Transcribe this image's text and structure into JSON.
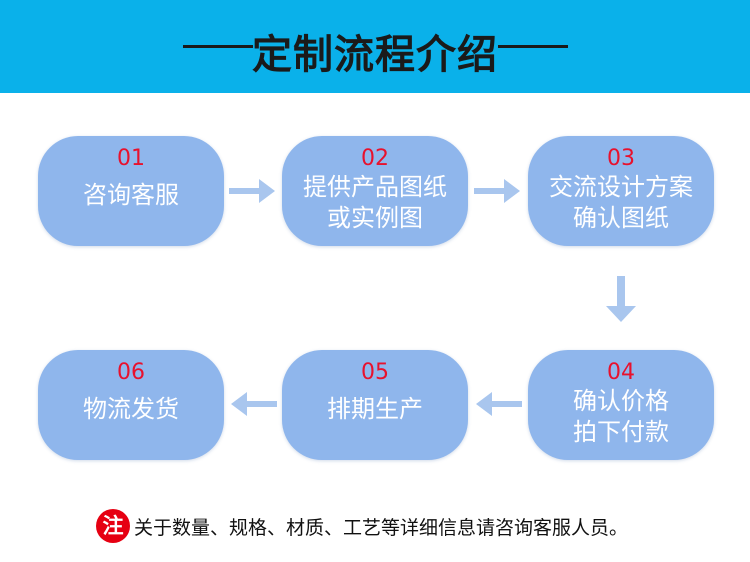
{
  "header": {
    "title": "定制流程介绍",
    "bg_color": "#0ab1ea"
  },
  "steps": [
    {
      "num": "01",
      "label": "咨询客服"
    },
    {
      "num": "02",
      "label": "提供产品图纸\n或实例图"
    },
    {
      "num": "03",
      "label": "交流设计方案\n确认图纸"
    },
    {
      "num": "04",
      "label": "确认价格\n拍下付款"
    },
    {
      "num": "05",
      "label": "排期生产"
    },
    {
      "num": "06",
      "label": "物流发货"
    }
  ],
  "colors": {
    "step_bg": "#8fb6ec",
    "step_number": "#e8112d",
    "arrow": "#a9c6ee"
  },
  "note": {
    "badge": "注",
    "text": "关于数量、规格、材质、工艺等详细信息请咨询客服人员。"
  }
}
